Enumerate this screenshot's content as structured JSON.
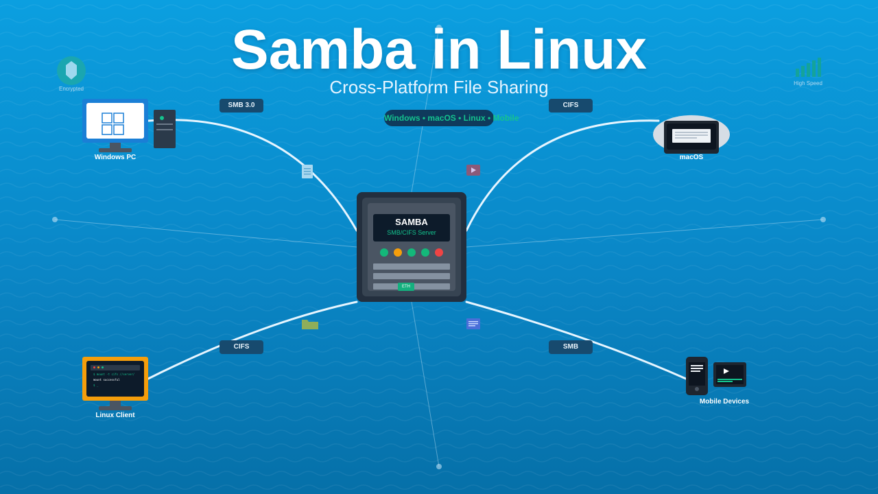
{
  "header": {
    "title": "Samba in Linux",
    "subtitle": "Cross-Platform File Sharing",
    "platforms": "Windows • macOS • Linux • Mobile"
  },
  "server": {
    "name": "SAMBA",
    "subtitle": "SMB/CIFS Server",
    "port_label": "ETH",
    "led_colors": [
      "#14b87a",
      "#f59e0b",
      "#14b87a",
      "#14b87a",
      "#ef4444"
    ]
  },
  "protocols": {
    "top_left": "SMB 3.0",
    "top_right": "CIFS",
    "bottom_left": "CIFS",
    "bottom_right": "SMB"
  },
  "devices": {
    "windows": "Windows PC",
    "macos": "macOS",
    "linux": "Linux Client",
    "mobile": "Mobile Devices"
  },
  "badges": {
    "encrypted": "Encrypted",
    "speed": "High Speed"
  },
  "terminal": {
    "line1": "$ mount -t cifs //server/",
    "line2": "mount successful",
    "line3": "$ _"
  },
  "icons": {
    "file_top_left": "document-icon",
    "file_top_right": "video-file-icon",
    "file_bottom_left": "folder-icon",
    "file_bottom_right": "text-file-icon",
    "shield": "shield-icon",
    "speed": "signal-bars-icon"
  },
  "colors": {
    "accent_green": "#14c38e",
    "windows_blue": "#1a7fd6",
    "linux_orange": "#f59e0b"
  }
}
